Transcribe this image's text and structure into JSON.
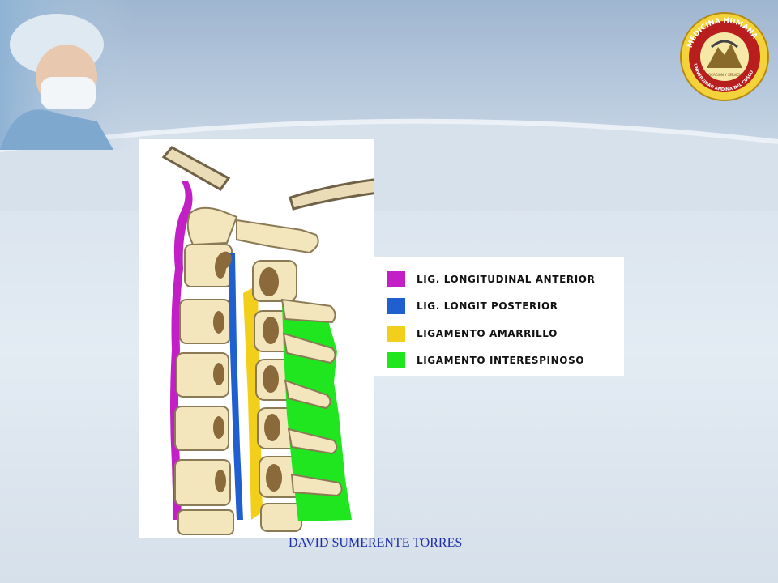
{
  "slide": {
    "author": "DAVID SUMERENTE TORRES"
  },
  "logo": {
    "arc_top": "MEDICINA HUMANA",
    "arc_bottom": "UNIVERSIDAD ANDINA DEL CUSCO",
    "motto": "VOCACION Y SERVICIO"
  },
  "legend": [
    {
      "label": "LIG. LONGITUDINAL ANTERIOR",
      "color": "#c21fc6"
    },
    {
      "label": "LIG. LONGIT POSTERIOR",
      "color": "#1f5fd0"
    },
    {
      "label": "LIGAMENTO  AMARRILLO",
      "color": "#f2cf1a"
    },
    {
      "label": "LIGAMENTO  INTERESPINOSO",
      "color": "#1fe61f"
    }
  ],
  "colors": {
    "bone": "#f3e6bd",
    "bone_outline": "#8a7a55",
    "disc": "#8a6a3a",
    "title_band": "#b7c9dd"
  }
}
